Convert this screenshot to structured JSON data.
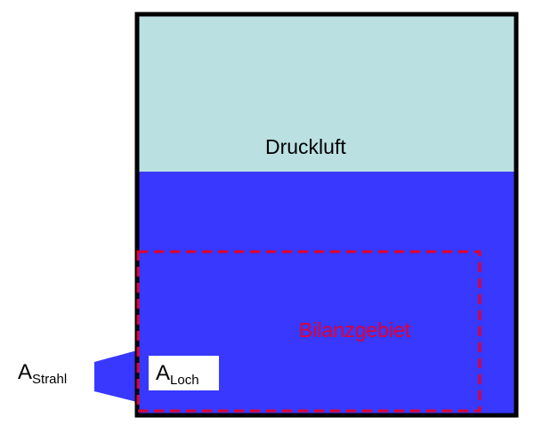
{
  "labels": {
    "compressed_air": "Druckluft",
    "control_volume": "Bilanzgebiet",
    "jet_area_main": "A",
    "jet_area_sub": "Strahl",
    "hole_area_main": "A",
    "hole_area_sub": "Loch"
  },
  "colors": {
    "air": "#BAE0E2",
    "water": "#3838FF",
    "wall": "#000000",
    "boundary": "#E3002B",
    "text": "#000000"
  }
}
